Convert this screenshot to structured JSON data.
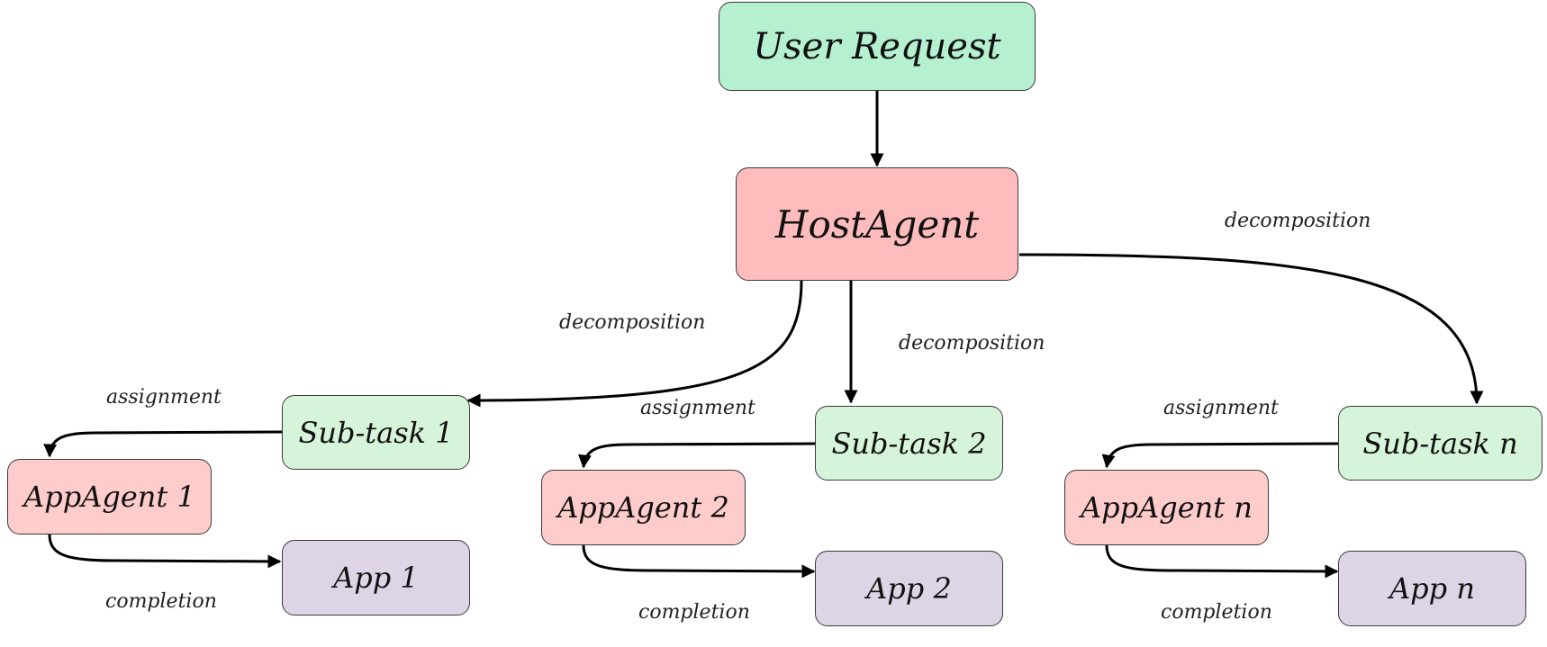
{
  "nodes": {
    "user_request": "User Request",
    "host_agent": "HostAgent",
    "subtask_1": "Sub-task 1",
    "subtask_2": "Sub-task 2",
    "subtask_n": "Sub-task n",
    "appagent_1": "AppAgent 1",
    "appagent_2": "AppAgent 2",
    "appagent_n": "AppAgent n",
    "app_1": "App 1",
    "app_2": "App 2",
    "app_n": "App n"
  },
  "edge_labels": {
    "decomposition_1": "decomposition",
    "decomposition_2": "decomposition",
    "decomposition_n": "decomposition",
    "assignment_1": "assignment",
    "assignment_2": "assignment",
    "assignment_n": "assignment",
    "completion_1": "completion",
    "completion_2": "completion",
    "completion_n": "completion"
  },
  "colors": {
    "user_request_fill": "#b5f0d1",
    "host_agent_fill": "#ffbcbc",
    "subtask_fill": "#d6f4d9",
    "appagent_fill": "#ffcccc",
    "app_fill": "#ddd5e6",
    "edge_stroke": "#000000"
  }
}
